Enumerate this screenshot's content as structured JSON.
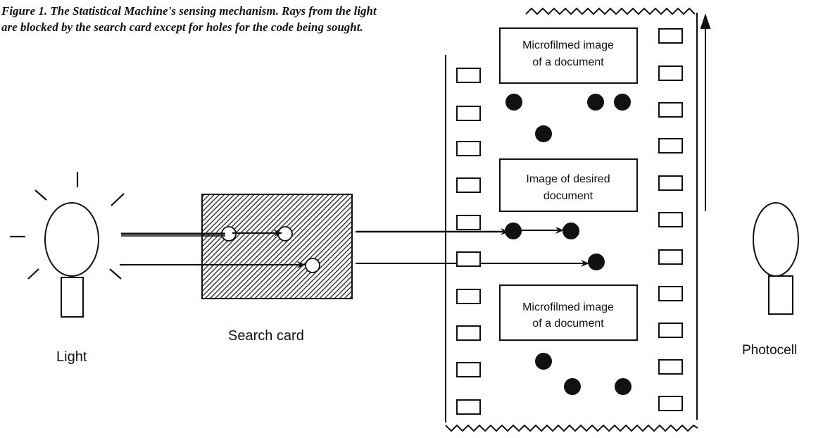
{
  "caption": {
    "line1": "Figure 1. The Statistical Machine's sensing mechanism. Rays from the light",
    "line2": "are blocked by the search card except for holes for the code being sought."
  },
  "labels": {
    "light": "Light",
    "search_card": "Search card",
    "photocell": "Photocell"
  },
  "frames": {
    "top": [
      "Microfilmed image",
      "of a document"
    ],
    "middle": [
      "Image of desired",
      "document"
    ],
    "bottom": [
      "Microfilmed image",
      "of a document"
    ]
  },
  "colors": {
    "ink": "#111111",
    "paper": "#ffffff",
    "card_hatch": "#222222"
  },
  "icons": [
    "light-bulb-icon",
    "photocell-icon",
    "film-motion-arrow-icon"
  ]
}
